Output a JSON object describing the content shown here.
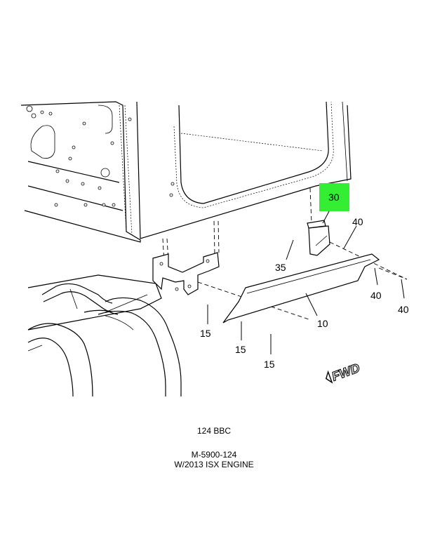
{
  "callouts": {
    "c30": "30",
    "c40a": "40",
    "c40b": "40",
    "c40c": "40",
    "c35": "35",
    "c10": "10",
    "c15a": "15",
    "c15b": "15",
    "c15c": "15"
  },
  "fwd_label": "FWD",
  "highlight_color": "#33ee33",
  "caption": {
    "model": "124 BBC",
    "figure": "M-5900-124",
    "engine": "W/2013 ISX ENGINE"
  }
}
